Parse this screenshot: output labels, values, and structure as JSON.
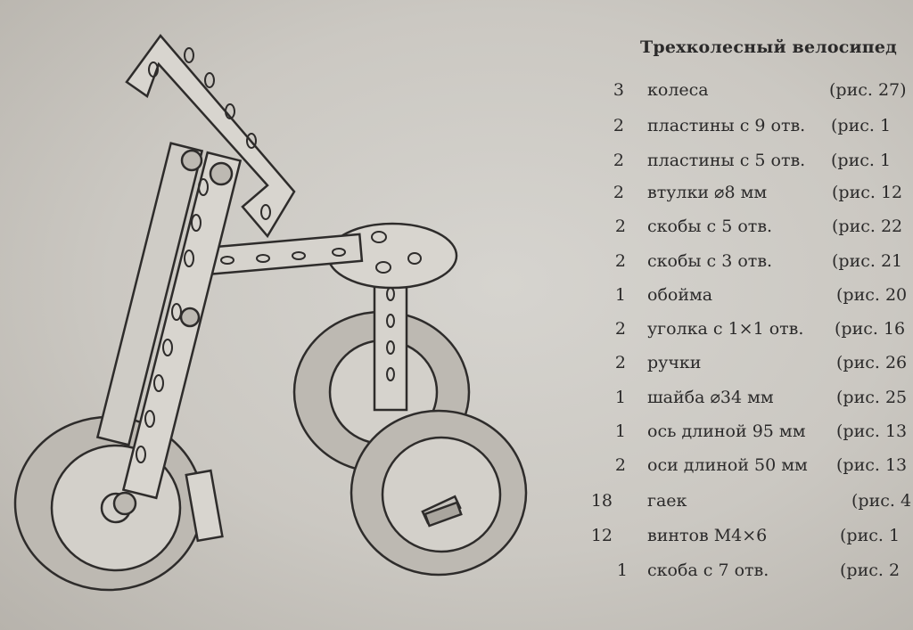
{
  "title": "Трехколесный велосипед",
  "parts": [
    {
      "qty": "3",
      "name": "колеса",
      "ref": "(рис. 27)"
    },
    {
      "qty": "2",
      "name": "пластины с 9 отв.",
      "ref": "(рис. 1"
    },
    {
      "qty": "2",
      "name": "пластины с 5 отв.",
      "ref": "(рис. 1"
    },
    {
      "qty": "2",
      "name": "втулки ⌀8 мм",
      "ref": "(рис. 12"
    },
    {
      "qty": "2",
      "name": "скобы с 5 отв.",
      "ref": "(рис. 22"
    },
    {
      "qty": "2",
      "name": "скобы с 3 отв.",
      "ref": "(рис. 21"
    },
    {
      "qty": "1",
      "name": "обойма",
      "ref": "(рис. 20"
    },
    {
      "qty": "2",
      "name": "уголка с 1×1 отв.",
      "ref": "(рис. 16"
    },
    {
      "qty": "2",
      "name": "ручки",
      "ref": "(рис. 26"
    },
    {
      "qty": "1",
      "name": "шайба ⌀34 мм",
      "ref": "(рис. 25"
    },
    {
      "qty": "1",
      "name": "ось длиной 95 мм",
      "ref": "(рис. 13"
    },
    {
      "qty": "2",
      "name": "оси длиной 50 мм",
      "ref": "(рис. 13"
    },
    {
      "qty": "18",
      "name": "гаек",
      "ref": "(рис. 4"
    },
    {
      "qty": "12",
      "name": "винтов М4×6",
      "ref": "(рис. 1"
    },
    {
      "qty": "1",
      "name": "скоба с 7 отв.",
      "ref": "(рис. 2"
    }
  ]
}
